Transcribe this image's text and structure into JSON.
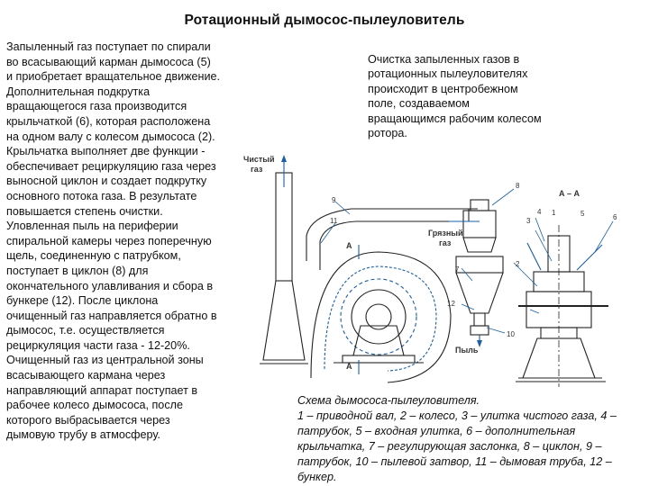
{
  "title": "Ротационный дымосос-пылеуловитель",
  "left_text": "Запыленный газ поступает по спирали\nво всасывающий карман дымососа (5)\nи приобретает вращательное движение.\nДополнительная подкрутка\nвращающегося газа производится\nкрыльчаткой (6), которая расположена\nна одном валу с колесом дымососа (2).\nКрыльчатка выполняет две функции -\nобеспечивает рециркуляцию газа через\nвыносной циклон и создает подкрутку\nосновного потока газа. В результате\nповышается степень очистки.\nУловленная пыль на периферии\nспиральной камеры через поперечную\nщель, соединенную с патрубком,\nпоступает в циклон (8) для\nокончательного улавливания и сбора в\nбункере (12). После циклона\nочищенный газ направляется обратно в\nдымосос, т.е. осуществляется\nрециркуляция части газа - 12-20%.\nОчищенный газ из центральной зоны\nвсасывающего кармана через\nнаправляющий аппарат поступает в\nрабочее колесо дымососа, после\nкоторого выбрасывается через\nдымовую трубу в атмосферу.",
  "right_text": "Очистка запыленных газов в\nротационных пылеуловителях\nпроисходит в центробежном\nполе, создаваемом\nвращающимся рабочим колесом\nротора.",
  "caption": {
    "heading": "Схема дымососа-пылеуловителя.",
    "items": [
      "1 – приводной вал",
      "2 – колесо",
      "3 – улитка чистого газа",
      "4 – патрубок",
      "5 – входная улитка",
      "6 – дополнительная крыльчатка",
      "7 – регулирующая заслонка",
      "8 – циклон",
      "9 – патрубок",
      "10 – пылевой затвор",
      "11 – дымовая труба",
      "12 – бункер"
    ]
  },
  "diagram_labels": {
    "clean_gas_1": "Чистый",
    "clean_gas_2": "газ",
    "dusty_gas_1": "Грязный",
    "dusty_gas_2": "газ",
    "dust": "Пыль",
    "section": "А – А",
    "arrow_a_upper": "А",
    "arrow_a_lower": "А",
    "n1": "1",
    "n2": "2",
    "n3": "3",
    "n4": "4",
    "n5": "5",
    "n6": "6",
    "n7": "7",
    "n8": "8",
    "n9": "9",
    "n10": "10",
    "n11": "11",
    "n12": "12"
  },
  "colors": {
    "diagram_stroke": "#222222",
    "annotation_blue": "#1a5fa8"
  }
}
